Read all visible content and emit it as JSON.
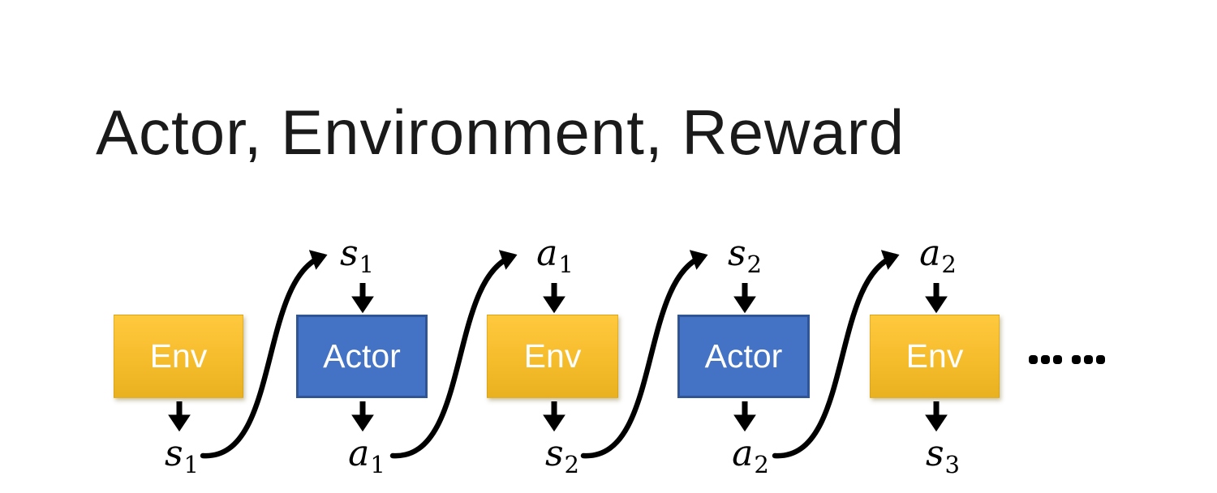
{
  "title": "Actor, Environment, Reward",
  "diagram": {
    "boxes": [
      {
        "label": "Env"
      },
      {
        "label": "Actor"
      },
      {
        "label": "Env"
      },
      {
        "label": "Actor"
      },
      {
        "label": "Env"
      }
    ],
    "top_labels": [
      {
        "base": "s",
        "sub": "1"
      },
      {
        "base": "a",
        "sub": "1"
      },
      {
        "base": "s",
        "sub": "2"
      },
      {
        "base": "a",
        "sub": "2"
      }
    ],
    "bottom_labels": [
      {
        "base": "s",
        "sub": "1"
      },
      {
        "base": "a",
        "sub": "1"
      },
      {
        "base": "s",
        "sub": "2"
      },
      {
        "base": "a",
        "sub": "2"
      },
      {
        "base": "s",
        "sub": "3"
      }
    ],
    "ellipsis": "……",
    "colors": {
      "env_fill_top": "#FFC93E",
      "env_fill_bottom": "#E9B11F",
      "actor_fill": "#4472C4",
      "actor_border": "#2F5597",
      "arrow": "#000000",
      "label_text": "#000000",
      "box_text": "#FFFFFF"
    }
  }
}
